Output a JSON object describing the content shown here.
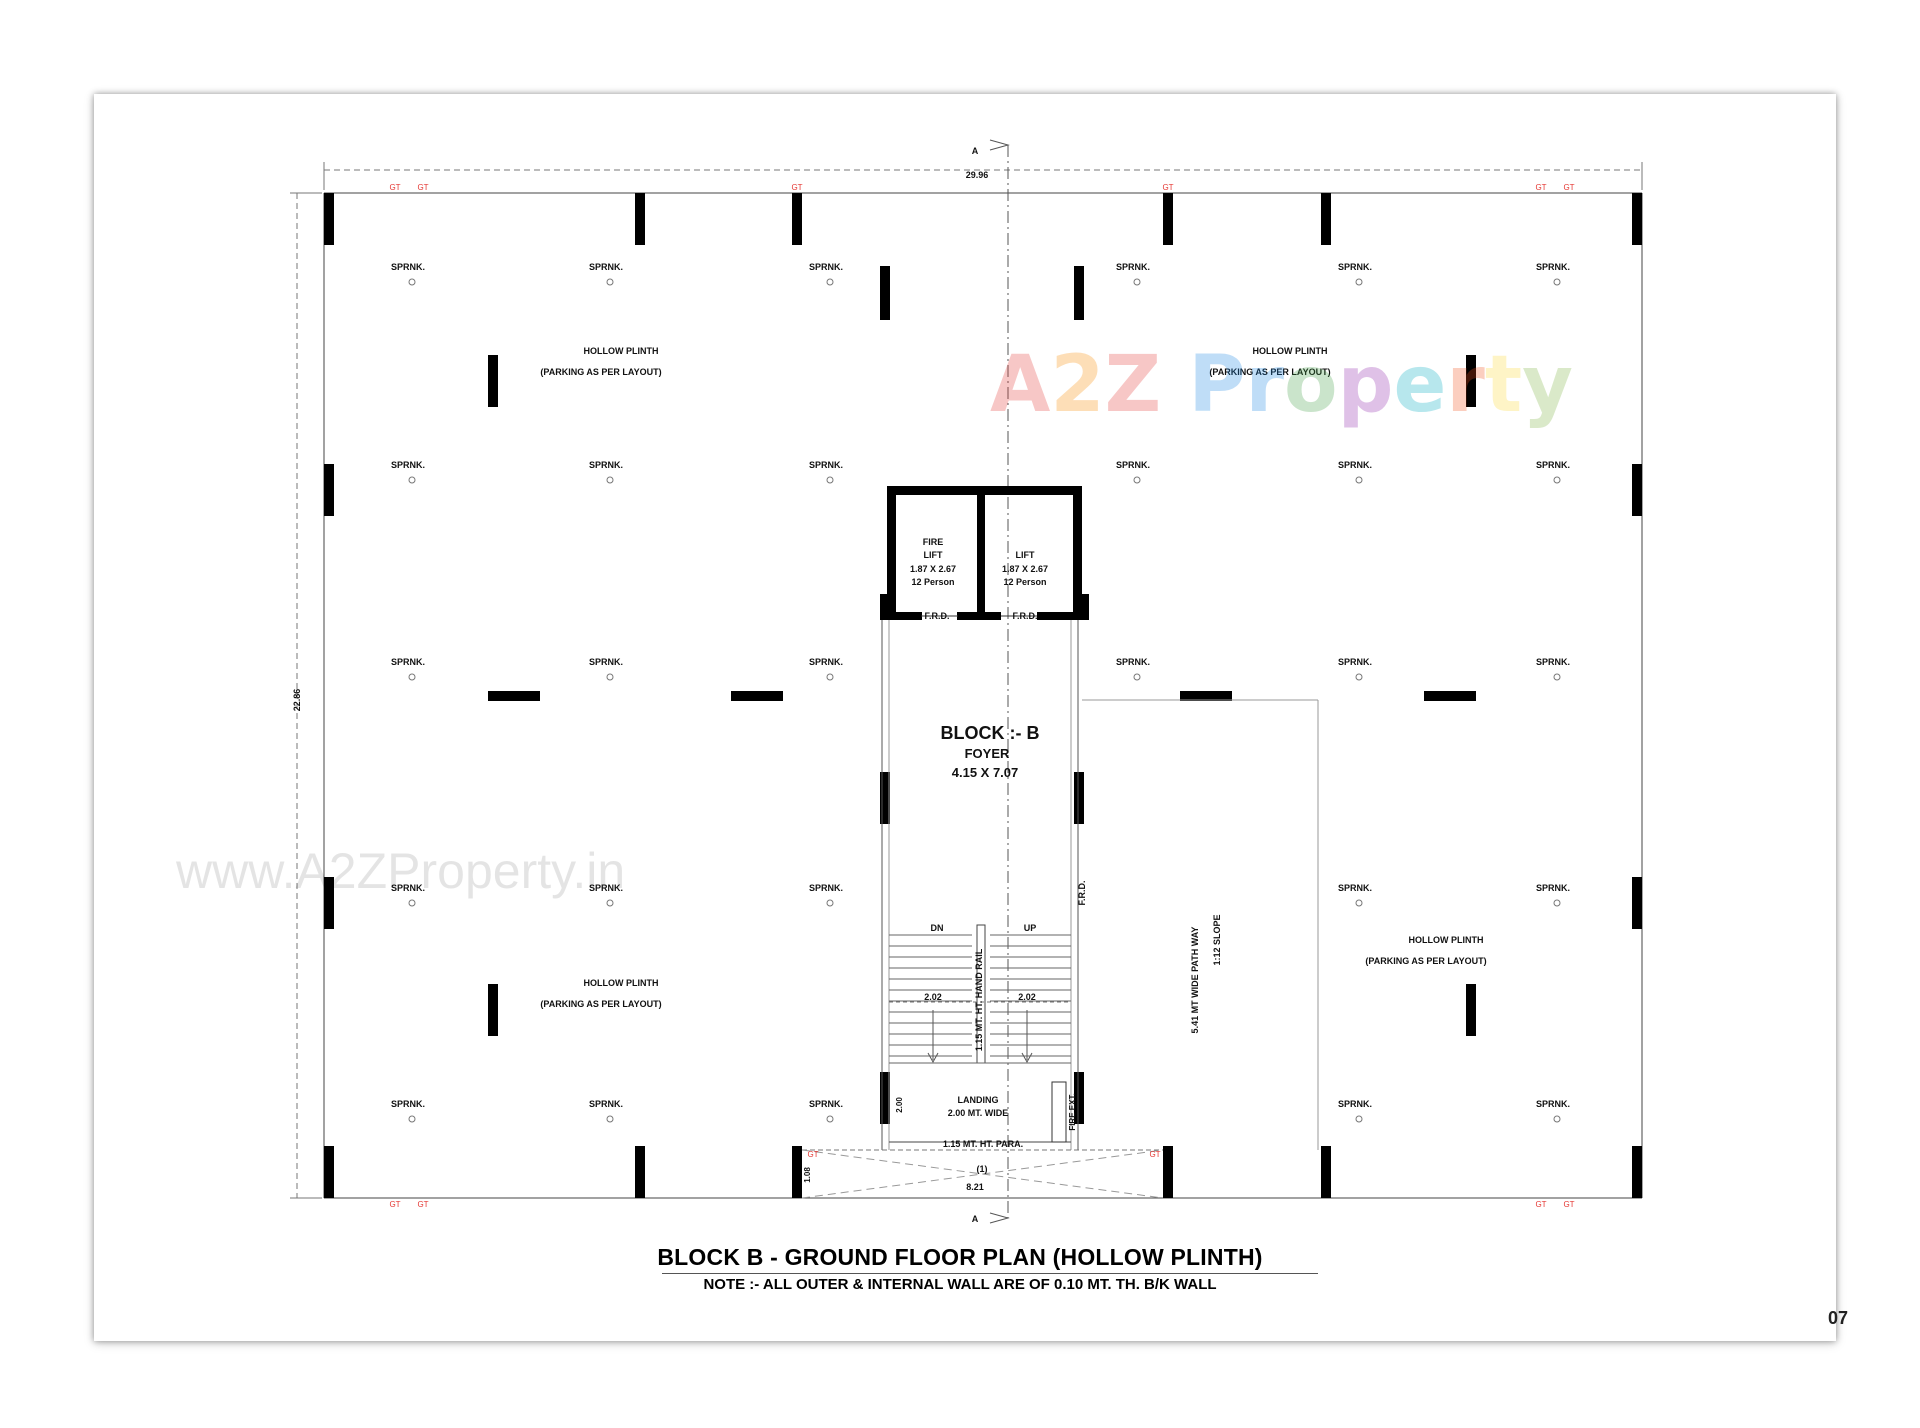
{
  "sheet": {
    "page_number": "07"
  },
  "title": "BLOCK B - GROUND FLOOR PLAN (HOLLOW PLINTH)",
  "note": "NOTE :- ALL OUTER & INTERNAL WALL ARE OF 0.10 MT. TH. B/K WALL",
  "watermarks": {
    "url": "www.A2ZProperty.in",
    "logo": "A2Z Property"
  },
  "dimensions": {
    "overall_width": "29.96",
    "overall_depth": "22.86",
    "entry_width": "8.21",
    "entry_depth": "1.08",
    "landing_depth": "2.00",
    "stair_width_left": "2.02",
    "stair_width_right": "2.02"
  },
  "section_marker": "A",
  "gate_label": "GT",
  "entry_label": "(1)",
  "sprinkler_label": "SPRNK.",
  "hollow_plinth": {
    "title": "HOLLOW PLINTH",
    "subtitle": "(PARKING AS PER LAYOUT)"
  },
  "fire_lift": {
    "line1": "FIRE",
    "line2": "LIFT",
    "size": "1.87 X 2.67",
    "capacity": "12 Person"
  },
  "lift": {
    "line1": "LIFT",
    "size": "1.87 X 2.67",
    "capacity": "12 Person"
  },
  "frd": "F.R.D.",
  "foyer": {
    "block": "BLOCK :- B",
    "name": "FOYER",
    "size": "4.15 X 7.07"
  },
  "stair": {
    "down": "DN",
    "up": "UP",
    "hand_rail": "1.15 MT. HT. HAND RAIL"
  },
  "landing": {
    "name": "LANDING",
    "width": "2.00 MT. WIDE",
    "parapet": "1.15 MT. HT. PARA."
  },
  "fire_extinguisher": "FIRE EXT.",
  "pathway": {
    "label": "5.41 MT WIDE PATH WAY",
    "slope": "1:12 SLOPE"
  }
}
